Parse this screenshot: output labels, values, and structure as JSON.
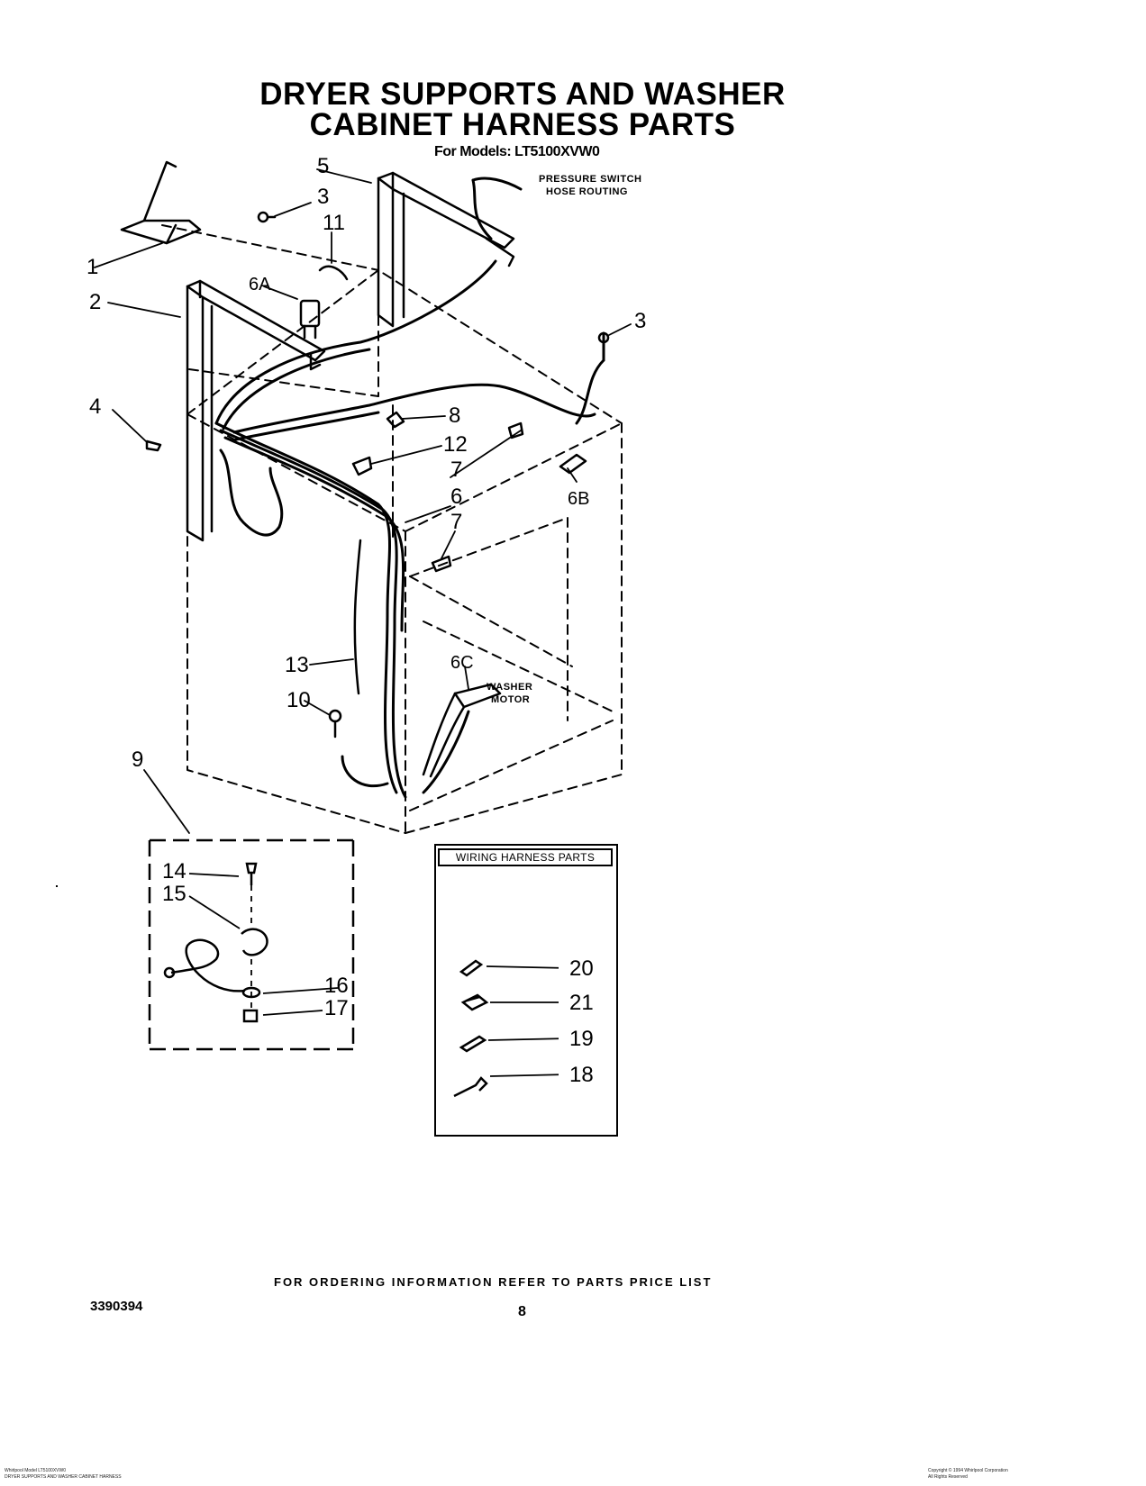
{
  "header": {
    "title_line1": "DRYER SUPPORTS AND WASHER",
    "title_line2": "CABINET HARNESS PARTS",
    "models": "For Models: LT5100XVW0"
  },
  "callouts": {
    "pressure_switch": "PRESSURE SWITCH",
    "hose_routing": "HOSE ROUTING",
    "washer": "WASHER",
    "motor": "MOTOR"
  },
  "part_numbers": {
    "p1": "1",
    "p2": "2",
    "p3a": "3",
    "p3b": "3",
    "p4": "4",
    "p5": "5",
    "p6": "6",
    "p6a": "6A",
    "p6b": "6B",
    "p6c": "6C",
    "p7a": "7",
    "p7b": "7",
    "p8": "8",
    "p9": "9",
    "p10": "10",
    "p11": "11",
    "p12": "12",
    "p13": "13",
    "p14": "14",
    "p15": "15",
    "p16": "16",
    "p17": "17",
    "p18": "18",
    "p19": "19",
    "p20": "20",
    "p21": "21"
  },
  "wiring_box": {
    "title": "WIRING HARNESS PARTS"
  },
  "footer": {
    "ordering": "FOR ORDERING INFORMATION REFER TO PARTS PRICE LIST",
    "doc_number": "3390394",
    "page": "8",
    "left_small_1": "Whirlpool Model LT5100XVW0",
    "left_small_2": "DRYER SUPPORTS AND WASHER CABINET HARNESS",
    "right_small_1": "Copyright © 1994 Whirlpool Corporation",
    "right_small_2": "All Rights Reserved"
  }
}
